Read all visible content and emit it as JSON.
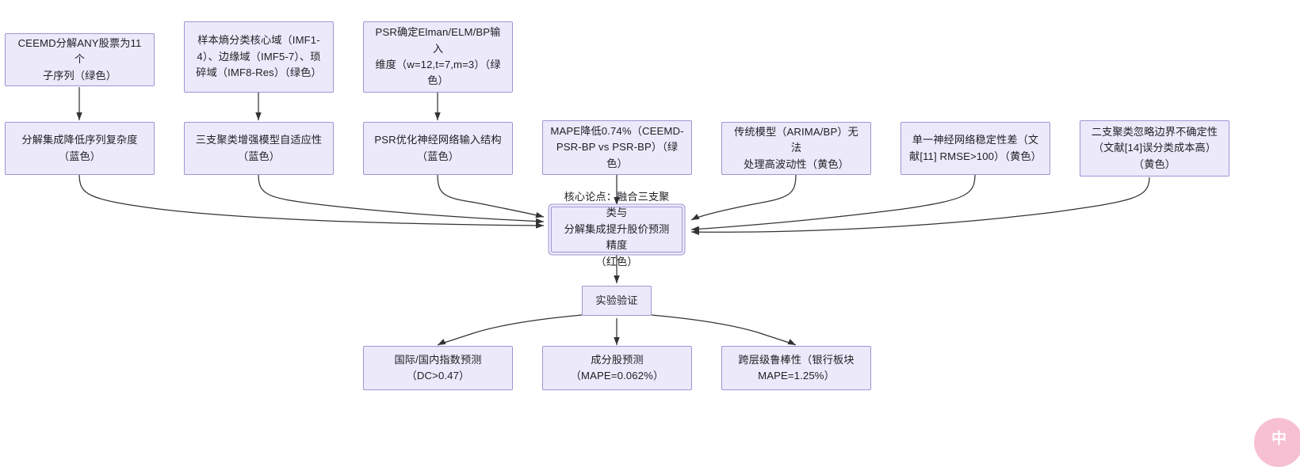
{
  "diagram": {
    "type": "flowchart",
    "direction": "bottom-up-convergent",
    "background": "#ffffff",
    "node_fill": "#ECEAFA",
    "node_stroke": "#9E95D4",
    "edge_color": "#333333",
    "text_color": "#1f1f24"
  },
  "nodes": {
    "method_ceemd": "CEEMD分解ANY股票为11个\n子序列（绿色）",
    "method_entropy": "样本熵分类核心域（IMF1-\n4）、边缘域（IMF5-7）、琐\n碎域（IMF8-Res）（绿色）",
    "method_psr": "PSR确定Elman/ELM/BP输入\n维度（w=12,t=7,m=3）（绿\n色）",
    "claim_decomp": "分解集成降低序列复杂度\n（蓝色）",
    "claim_three_way": "三支聚类增强模型自适应性\n（蓝色）",
    "claim_psr": "PSR优化神经网络输入结构\n（蓝色）",
    "evidence_mape": "MAPE降低0.74%（CEEMD-\nPSR-BP vs PSR-BP）（绿\n色）",
    "gap_traditional": "传统模型（ARIMA/BP）无法\n处理高波动性（黄色）",
    "gap_single_nn": "单一神经网络稳定性差（文\n献[11] RMSE>100）（黄色）",
    "gap_two_way": "二支聚类忽略边界不确定性\n（文献[14]误分类成本高）\n（黄色）",
    "core_thesis": "核心论点：融合三支聚类与\n分解集成提升股价预测精度\n（红色）",
    "experiment": "实验验证",
    "result_index": "国际/国内指数预测\n（DC>0.47）",
    "result_stock": "成分股预测\n（MAPE=0.062%）",
    "result_robust": "跨层级鲁棒性（银行板块\nMAPE=1.25%）"
  },
  "watermark": {
    "character": "中",
    "color": "#F4A8C2"
  }
}
